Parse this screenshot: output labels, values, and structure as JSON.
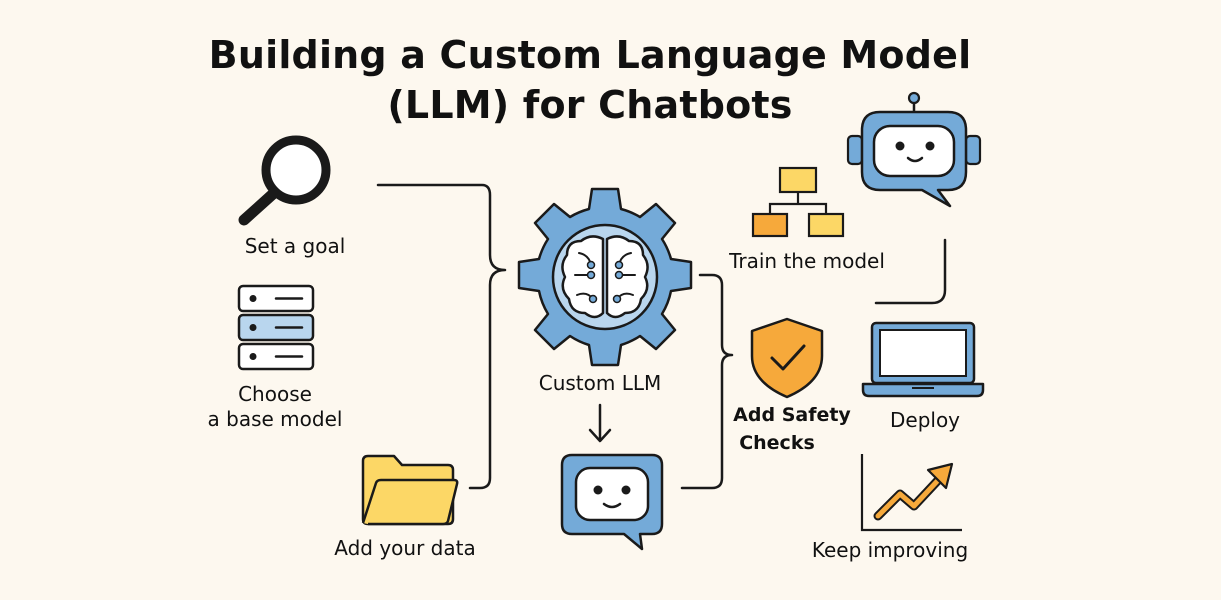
{
  "title": {
    "line1": "Building a Custom Language Model",
    "line2": "(LLM) for Chatbots"
  },
  "steps": {
    "goal": {
      "label": "Set a goal",
      "icon": "magnifier-icon"
    },
    "base_model": {
      "label_line1": "Choose",
      "label_line2": "a base model",
      "icon": "server-stack-icon"
    },
    "data": {
      "label": "Add your data",
      "icon": "folder-icon"
    },
    "custom_llm": {
      "label": "Custom LLM",
      "icon": "gear-brain-icon"
    },
    "chat": {
      "icon": "chat-bubble-face-icon"
    },
    "train": {
      "label": "Train the model",
      "icon": "hierarchy-icon"
    },
    "safety": {
      "label_line1": "Add Safety",
      "label_line2": "Checks",
      "icon": "shield-check-icon"
    },
    "bot": {
      "icon": "robot-chat-icon"
    },
    "deploy": {
      "label": "Deploy",
      "icon": "laptop-icon"
    },
    "improve": {
      "label": "Keep improving",
      "icon": "trend-up-icon"
    }
  },
  "colors": {
    "background": "#fdf8ef",
    "blue": "#74aad8",
    "light_blue": "#b9d6ee",
    "yellow": "#fcd766",
    "orange": "#f6a93b",
    "outline": "#1a1a1a"
  }
}
